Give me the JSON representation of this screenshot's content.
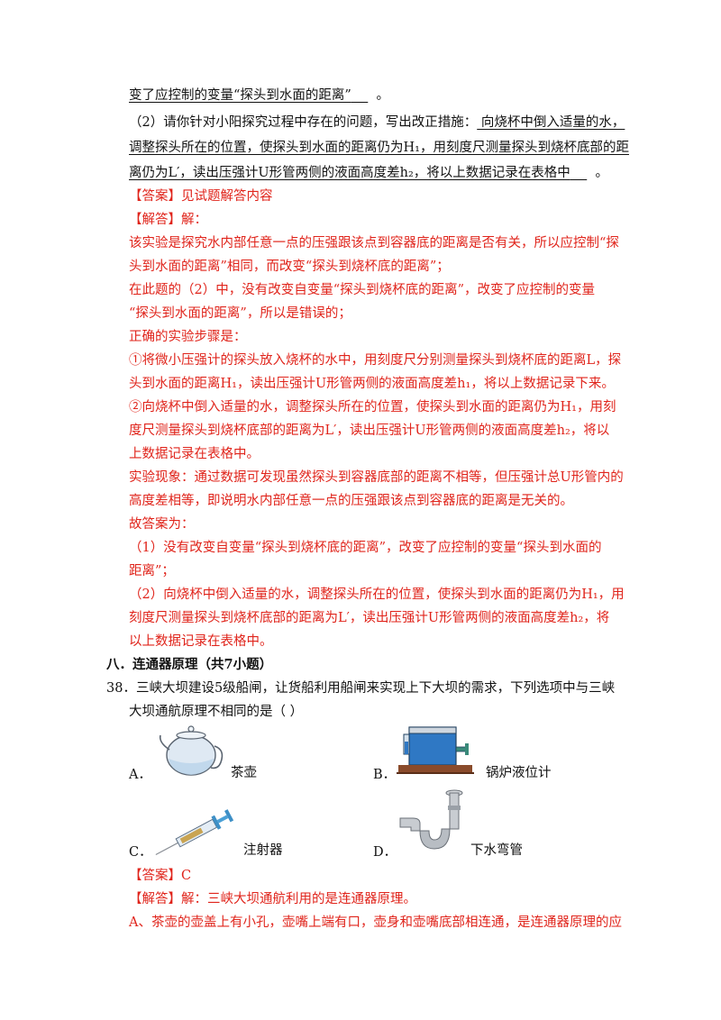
{
  "lines": {
    "l1": "变了应控制的变量“探头到水面的距离”",
    "l1_end": "。",
    "l2_prefix": "（2）请你针对小阳探究过程中存在的问题，写出改正措施：",
    "l2_fill": "  向烧杯中倒入适量的水，",
    "l3": "调整探头所在的位置，使探头到水面的距离仍为H₁，用刻度尺测量探头到烧杯底部的距",
    "l4": "离仍为L′，读出压强计U形管两侧的液面高度差h₂，将以上数据记录在表格中",
    "l4_end": "。",
    "answer": "【答案】见试题解答内容",
    "solution": "【解答】解：",
    "r1": "该实验是探究水内部任意一点的压强跟该点到容器底的距离是否有关，所以应控制“探",
    "r2": "头到水面的距离”相同，而改变“探头到烧杯底的距离”；",
    "r3": "在此题的（2）中，没有改变自变量“探头到烧杯底的距离”，改变了应控制的变量",
    "r4": "“探头到水面的距离”，所以是错误的；",
    "r5": "正确的实验步骤是：",
    "r6": "①将微小压强计的探头放入烧杯的水中，用刻度尺分别测量探头到烧杯底的距离L，探",
    "r7": "头到水面的距离H₁，读出压强计U形管两侧的液面高度差h₁，将以上数据记录下来。",
    "r8": "②向烧杯中倒入适量的水，调整探头所在的位置，使探头到水面的距离仍为H₁，用刻",
    "r9": "度尺测量探头到烧杯底部的距离为L′，读出压强计U形管两侧的液面高度差h₂，将以",
    "r10": "上数据记录在表格中。",
    "r11": "实验现象：通过数据可发现虽然探头到容器底部的距离不相等，但压强计总U形管内的",
    "r12": "高度差相等，即说明水内部任意一点的压强跟该点到容器底的距离是无关的。",
    "r13": "故答案为：",
    "r14": "（1）没有改变自变量“探头到烧杯底的距离”，改变了应控制的变量“探头到水面的",
    "r15": "距离”；",
    "r16": "（2）向烧杯中倒入适量的水，调整探头所在的位置，使探头到水面的距离仍为H₁，用",
    "r17": "刻度尺测量探头到烧杯底部的距离为L′，读出压强计U形管两侧的液面高度差h₂，将",
    "r18": "以上数据记录在表格中。",
    "section": "八．连通器原理（共7小题）",
    "q1": "38．三峡大坝建设5级船闸，让货船利用船闸来实现上下大坝的需求，下列选项中与三峡",
    "q2": "大坝通航原理不相同的是（      ）",
    "answer2": "【答案】C",
    "solution2": "【解答】解：三峡大坝通航利用的是连通器原理。",
    "a1": "A、茶壶的壶盖上有小孔，壶嘴上端有口，壶身和壶嘴底部相连通，是连通器原理的应"
  },
  "options": {
    "a_letter": "A．",
    "a_name": "茶壶",
    "b_letter": "B．",
    "b_name": "锅炉液位计",
    "c_letter": "C．",
    "c_name": "注射器",
    "d_letter": "D．",
    "d_name": "下水弯管"
  },
  "icons": {
    "a": "teapot-icon",
    "b": "boiler-gauge-icon",
    "c": "syringe-icon",
    "d": "drain-trap-icon"
  }
}
